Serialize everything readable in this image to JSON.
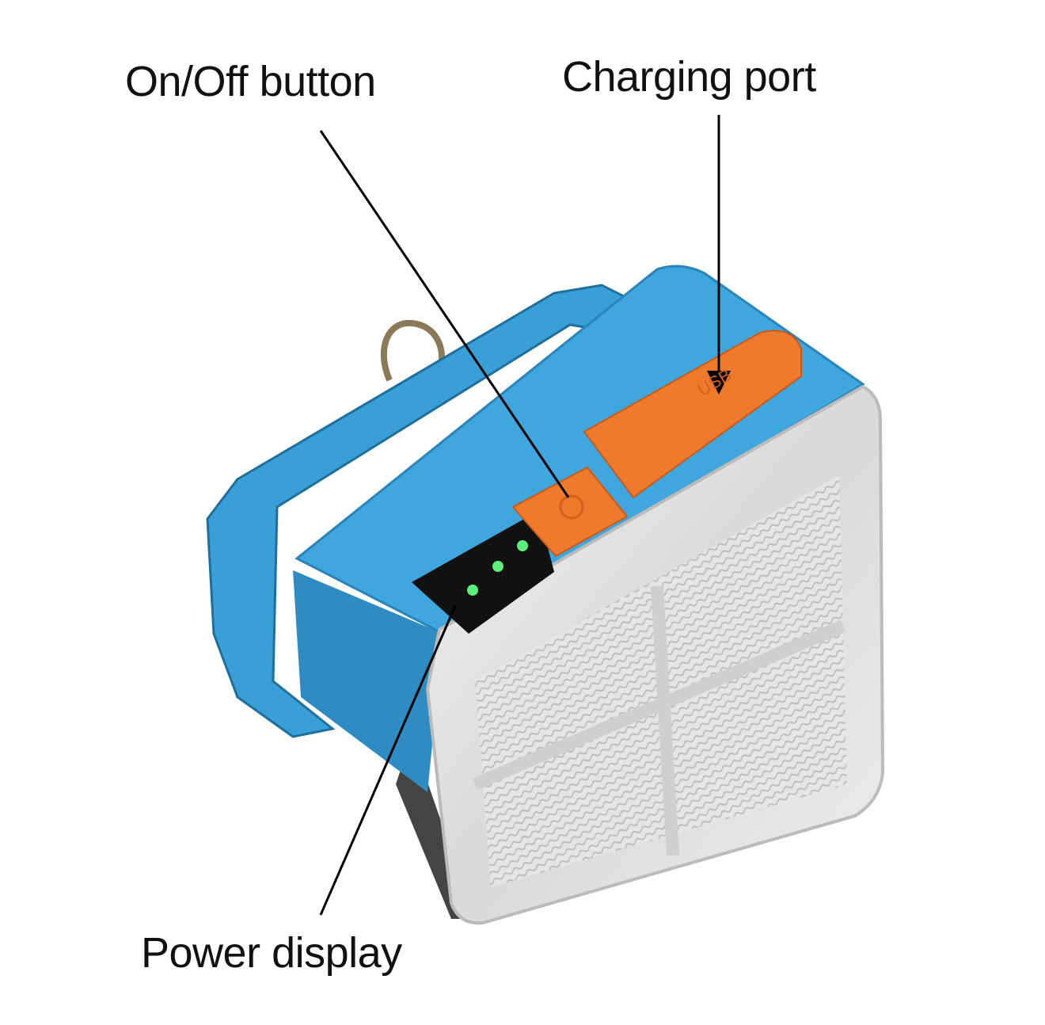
{
  "labels": {
    "on_off": "On/Off button",
    "charging_port": "Charging port",
    "power_display": "Power display"
  },
  "port_marking": "USB",
  "battery_indicator_lit_dots": 3,
  "colors": {
    "body_blue": "#3a9fd6",
    "button_orange": "#f07a2c",
    "indicator_green": "#5cf07a",
    "display_black": "#111111"
  }
}
